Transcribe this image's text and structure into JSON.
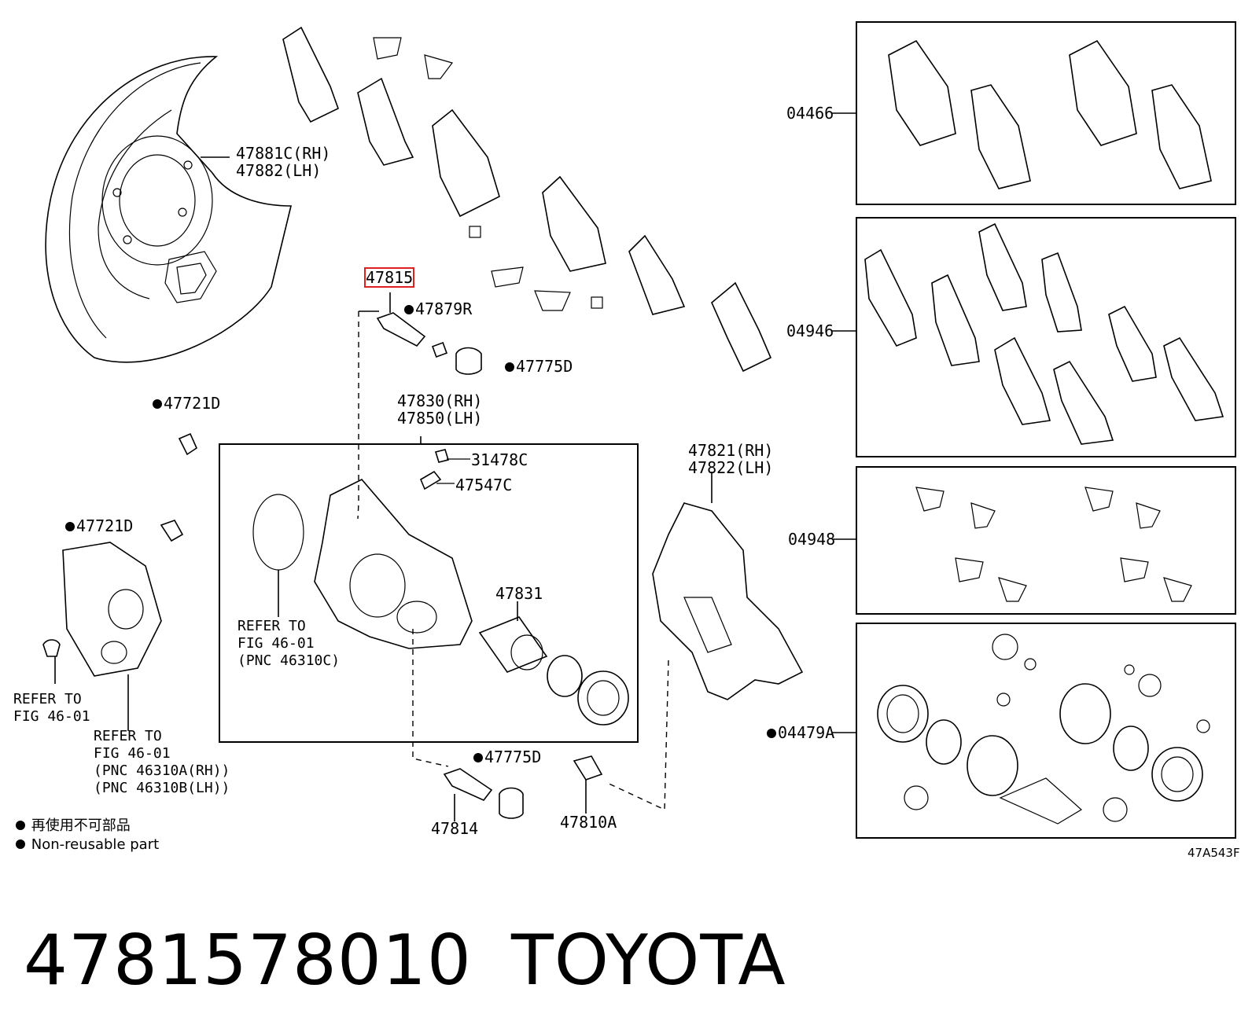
{
  "labels": {
    "shield": [
      "47881C(RH)",
      "47882(LH)"
    ],
    "p47815": "47815",
    "p47879R": "47879R",
    "p47775D_top": "47775D",
    "p47721D_a": "47721D",
    "p47721D_b": "47721D",
    "caliper": [
      "47830(RH)",
      "47850(LH)"
    ],
    "p31478C": "31478C",
    "p47547C": "47547C",
    "p47831": "47831",
    "mount": [
      "47821(RH)",
      "47822(LH)"
    ],
    "p04466": "04466",
    "p04946": "04946",
    "p04948": "04948",
    "p04479A": "04479A",
    "p47775D_bot": "47775D",
    "p47814": "47814",
    "p47810A": "47810A"
  },
  "refers": {
    "caliper_ref": [
      "REFER TO",
      "FIG 46-01",
      "(PNC 46310C)"
    ],
    "left_ref": [
      "REFER TO",
      "FIG 46-01"
    ],
    "motor_ref": [
      "REFER TO",
      "FIG 46-01",
      "(PNC 46310A(RH))",
      "(PNC 46310B(LH))"
    ]
  },
  "legend": {
    "line_jp": "再使用不可部品",
    "line_en": "Non-reusable part"
  },
  "figure_code": "47A543F",
  "title": {
    "part_number": "4781578010",
    "brand": "TOYOTA"
  },
  "highlight_part": "47815",
  "colors": {
    "highlight": "#e02020",
    "ink": "#000000",
    "background": "#ffffff"
  }
}
